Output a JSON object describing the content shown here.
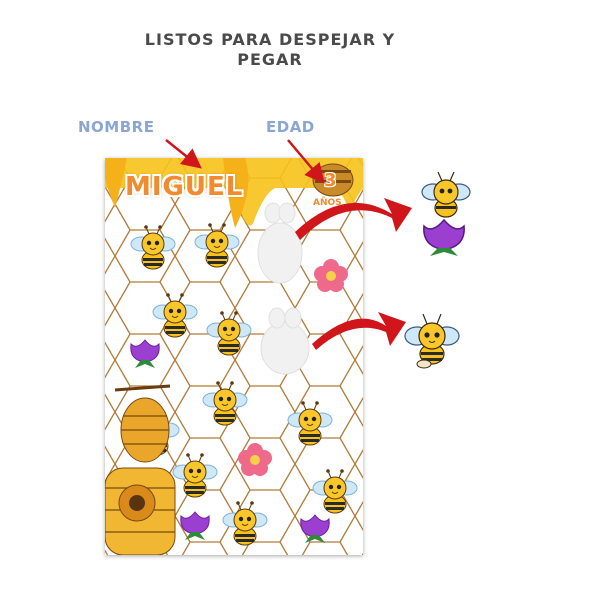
{
  "title_line1": "LISTOS PARA DESPEJAR Y",
  "title_line2": "PEGAR",
  "labels": {
    "name_label": "NOMBRE",
    "age_label": "EDAD"
  },
  "sheet": {
    "child_name": "MIGUEL",
    "age_number": "3",
    "age_unit": "AÑOS"
  },
  "colors": {
    "label_blue": "#8aa6d1",
    "arrow_red": "#d0161b",
    "name_orange": "#f28a2e",
    "honey_yellow": "#f7c21a",
    "honeycomb_line": "#b07a3a",
    "flower_pink": "#ef6a8a",
    "flower_purple": "#9b3fd1"
  }
}
